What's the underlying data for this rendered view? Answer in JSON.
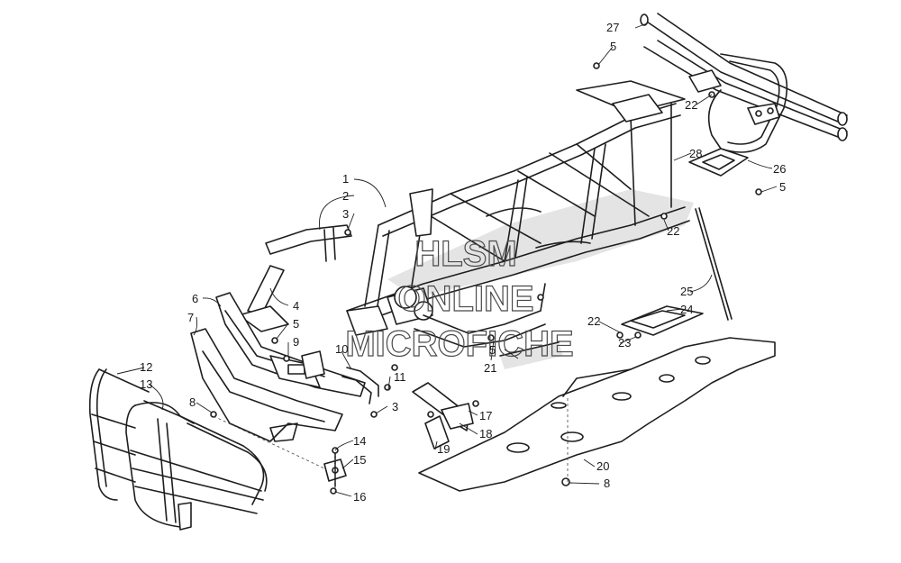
{
  "diagram": {
    "watermark": [
      "HLSM",
      "ONLINE",
      "MICROFICHE"
    ],
    "callouts": [
      {
        "id": "c1",
        "label": "1"
      },
      {
        "id": "c2",
        "label": "2"
      },
      {
        "id": "c3a",
        "label": "3"
      },
      {
        "id": "c3b",
        "label": "3"
      },
      {
        "id": "c4",
        "label": "4"
      },
      {
        "id": "c5a",
        "label": "5"
      },
      {
        "id": "c5b",
        "label": "5"
      },
      {
        "id": "c5c",
        "label": "5"
      },
      {
        "id": "c5d",
        "label": "5"
      },
      {
        "id": "c6",
        "label": "6"
      },
      {
        "id": "c7",
        "label": "7"
      },
      {
        "id": "c8a",
        "label": "8"
      },
      {
        "id": "c8b",
        "label": "8"
      },
      {
        "id": "c9",
        "label": "9"
      },
      {
        "id": "c10",
        "label": "10"
      },
      {
        "id": "c11",
        "label": "11"
      },
      {
        "id": "c12",
        "label": "12"
      },
      {
        "id": "c13",
        "label": "13"
      },
      {
        "id": "c14",
        "label": "14"
      },
      {
        "id": "c15",
        "label": "15"
      },
      {
        "id": "c16",
        "label": "16"
      },
      {
        "id": "c17",
        "label": "17"
      },
      {
        "id": "c18",
        "label": "18"
      },
      {
        "id": "c19",
        "label": "19"
      },
      {
        "id": "c20",
        "label": "20"
      },
      {
        "id": "c21",
        "label": "21"
      },
      {
        "id": "c22a",
        "label": "22"
      },
      {
        "id": "c22b",
        "label": "22"
      },
      {
        "id": "c22c",
        "label": "22"
      },
      {
        "id": "c23",
        "label": "23"
      },
      {
        "id": "c24",
        "label": "24"
      },
      {
        "id": "c25",
        "label": "25"
      },
      {
        "id": "c26",
        "label": "26"
      },
      {
        "id": "c27",
        "label": "27"
      },
      {
        "id": "c28",
        "label": "28"
      }
    ]
  }
}
